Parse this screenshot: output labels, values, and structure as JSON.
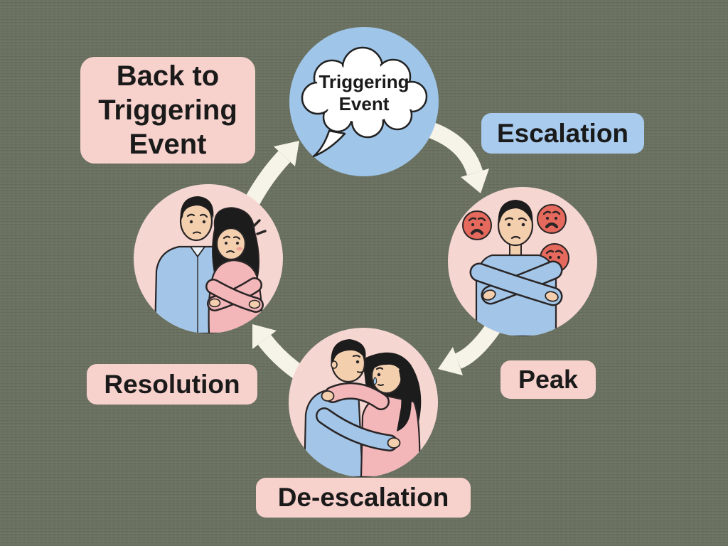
{
  "colors": {
    "background": "#6a7160",
    "pink_label": "#f7d1cc",
    "blue_label": "#a9cbee",
    "blue_circle": "#9fc5e9",
    "pink_circle": "#f5d6d1",
    "arrow": "#f6f3e8",
    "text": "#1a1a1a",
    "outline": "#2a2526",
    "emoji_red": "#e5695c",
    "skin": "#f3cfae",
    "hair": "#1d1c1c",
    "shirt_blue": "#a3c6e8",
    "shirt_pink": "#f3b6b9",
    "collar_white": "#e9eff6",
    "bubble_fill": "#ffffff",
    "bubble_stroke": "#222222",
    "tear_blue": "#9cc4e6",
    "blush": "#eda39a"
  },
  "diagram": {
    "bubble_text": "Triggering Event",
    "labels": {
      "back_to_trigger": "Back to Triggering Event",
      "escalation": "Escalation",
      "peak": "Peak",
      "de_escalation": "De-escalation",
      "resolution": "Resolution"
    },
    "cycle_order": [
      "Triggering Event",
      "Escalation",
      "Peak",
      "De-escalation",
      "Resolution",
      "Back to Triggering Event"
    ],
    "illustrations": {
      "triggering_event": "thought-bubble",
      "escalation_peak": "man-arms-crossed-with-angry-emojis",
      "de_escalation": "couple-hugging",
      "resolution": "man-comforting-woman-arms-crossed"
    }
  }
}
